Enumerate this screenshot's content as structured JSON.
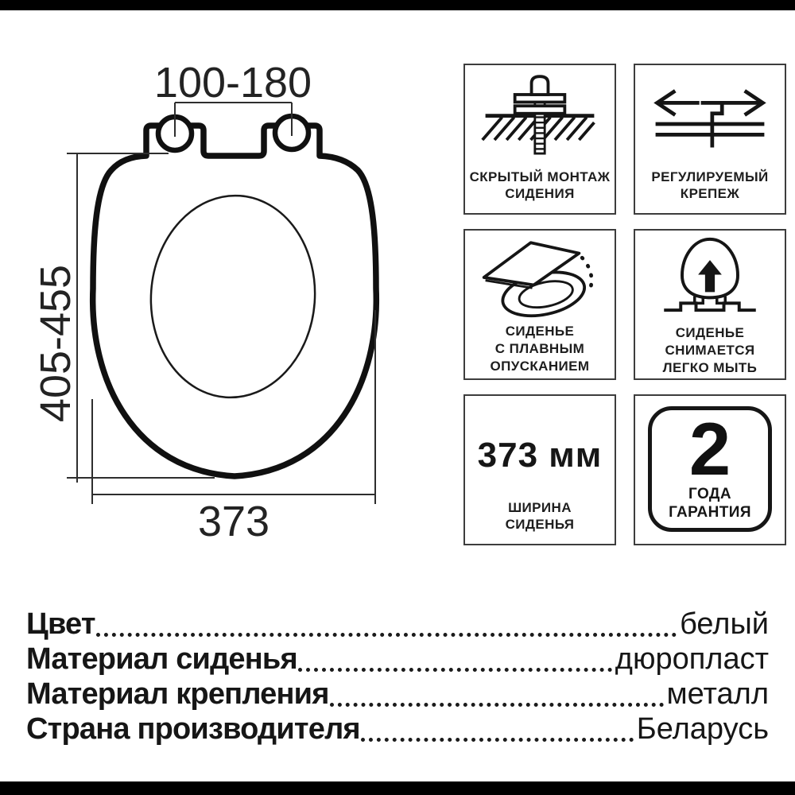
{
  "diagram": {
    "dim_hinge_distance": "100-180",
    "dim_length": "405-455",
    "dim_width": "373"
  },
  "features": [
    {
      "icon": "concealed-mount-icon",
      "caption_lines": [
        "СКРЫТЫЙ МОНТАЖ",
        "СИДЕНИЯ"
      ]
    },
    {
      "icon": "adjustable-fastening-icon",
      "caption_lines": [
        "РЕГУЛИРУЕМЫЙ",
        "КРЕПЕЖ"
      ]
    },
    {
      "icon": "soft-close-icon",
      "caption_lines": [
        "СИДЕНЬЕ",
        "С ПЛАВНЫМ",
        "ОПУСКАНИЕМ"
      ]
    },
    {
      "icon": "removable-seat-icon",
      "caption_lines": [
        "СИДЕНЬЕ",
        "СНИМАЕТСЯ",
        "ЛЕГКО МЫТЬ"
      ]
    },
    {
      "value": "373 мм",
      "caption_lines": [
        "ШИРИНА",
        "СИДЕНЬЯ"
      ]
    },
    {
      "value": "2",
      "caption_lines": [
        "ГОДА",
        "ГАРАНТИЯ"
      ]
    }
  ],
  "specs": {
    "rows": [
      {
        "label": "Цвет",
        "value": "белый"
      },
      {
        "label": "Материал сиденья",
        "value": "дюропласт"
      },
      {
        "label": "Материал крепления",
        "value": "металл"
      },
      {
        "label": "Страна производителя",
        "value": "Беларусь"
      }
    ]
  },
  "colors": {
    "ink": "#1a1a1a",
    "frame_bar": "#000000",
    "box_border": "#3d3d3d"
  }
}
